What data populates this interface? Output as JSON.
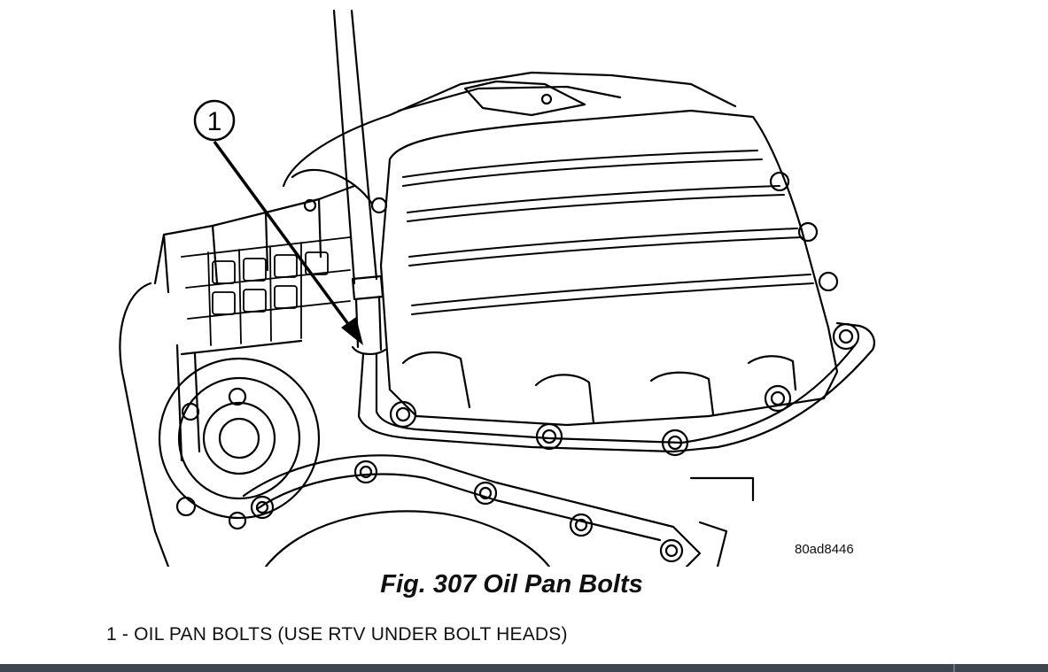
{
  "figure": {
    "callout_number": "1",
    "figure_code": "80ad8446",
    "caption": "Fig. 307 Oil Pan Bolts",
    "legend": "1 - OIL PAN BOLTS (USE RTV UNDER BOLT HEADS)"
  }
}
